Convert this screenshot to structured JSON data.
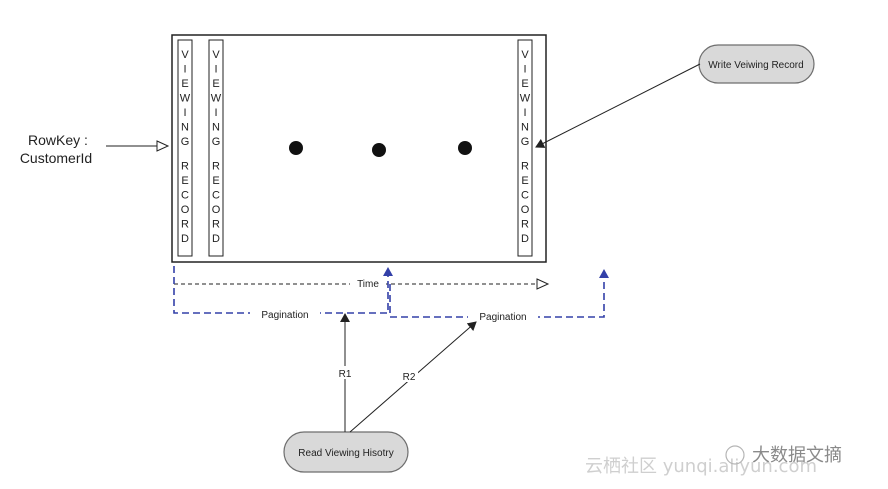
{
  "diagram": {
    "rowkey_label_line1": "RowKey :",
    "rowkey_label_line2": "CustomerId",
    "record_label_letters": [
      "V",
      "I",
      "E",
      "W",
      "I",
      "N",
      "G",
      "R",
      "E",
      "C",
      "O",
      "R",
      "D"
    ],
    "write_node_label": "Write Veiwing Record",
    "read_node_label": "Read Viewing Hisotry",
    "time_label": "Time",
    "pagination_left_label": "Pagination",
    "pagination_right_label": "Pagination",
    "r1_label": "R1",
    "r2_label": "R2",
    "watermark_left": "云栖社区 yunqi.aliyun.com",
    "watermark_right": "大数据文摘"
  },
  "colors": {
    "line": "#222222",
    "dashed_blue": "#3340a8",
    "node_fill": "#d9d9d9",
    "watermark": "#c8c8c8"
  }
}
